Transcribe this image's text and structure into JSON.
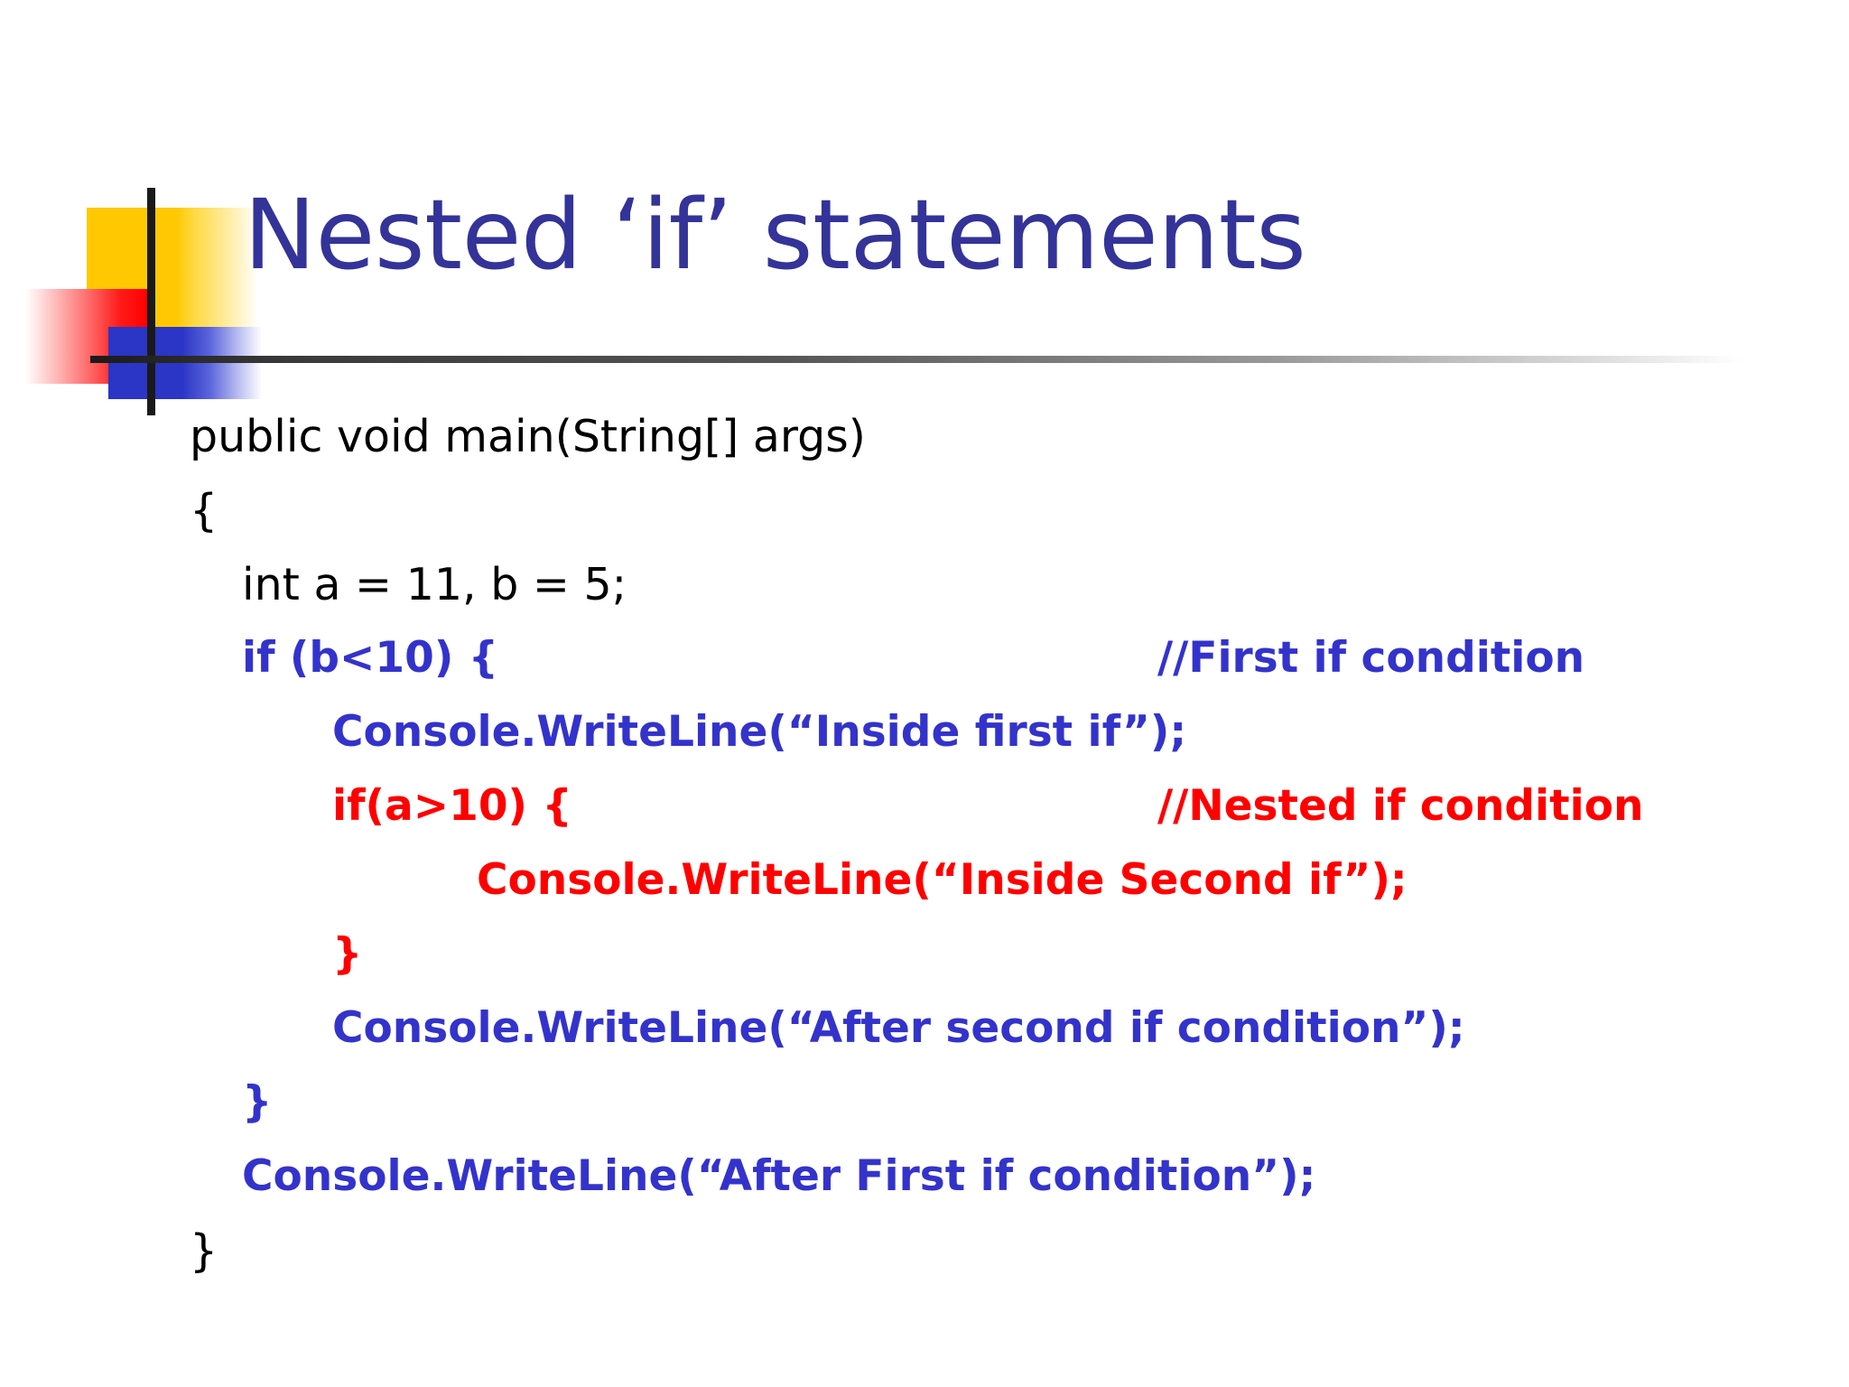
{
  "slide": {
    "title": "Nested ‘if’ statements",
    "background_color": "#FFFFFF",
    "title_color": "#333399",
    "accent_colors": {
      "yellow": "#FFC800",
      "red": "#FF0000",
      "blue": "#2B35C6",
      "bar": "#1A1A1A",
      "code_blue": "#3333CC",
      "code_red": "#FF0000",
      "code_black": "#000000"
    }
  },
  "code": {
    "lines": [
      {
        "indent": 0,
        "color": "black",
        "text": "public void main(String[] args)",
        "comment": ""
      },
      {
        "indent": 0,
        "color": "black",
        "text": "{",
        "comment": ""
      },
      {
        "indent": 1,
        "color": "black",
        "text": "int a = 11, b = 5;",
        "comment": ""
      },
      {
        "indent": 1,
        "color": "blue",
        "text": "if (b<10) {",
        "comment": "//First if condition"
      },
      {
        "indent": 2,
        "color": "blue",
        "text": "Console.WriteLine(“Inside first if”);",
        "comment": ""
      },
      {
        "indent": 2,
        "color": "red",
        "text": "if(a>10) {",
        "comment": "//Nested if condition"
      },
      {
        "indent": 3,
        "color": "red",
        "text": "Console.WriteLine(“Inside Second if”);",
        "comment": ""
      },
      {
        "indent": 2,
        "color": "red",
        "text": "}",
        "comment": ""
      },
      {
        "indent": 2,
        "color": "blue",
        "text": "Console.WriteLine(“After second if condition”);",
        "comment": ""
      },
      {
        "indent": 1,
        "color": "blue",
        "text": "}",
        "comment": ""
      },
      {
        "indent": 1,
        "color": "blue",
        "text": "Console.WriteLine(“After First if condition”);",
        "comment": ""
      },
      {
        "indent": 0,
        "color": "black",
        "text": "}",
        "comment": ""
      }
    ]
  }
}
